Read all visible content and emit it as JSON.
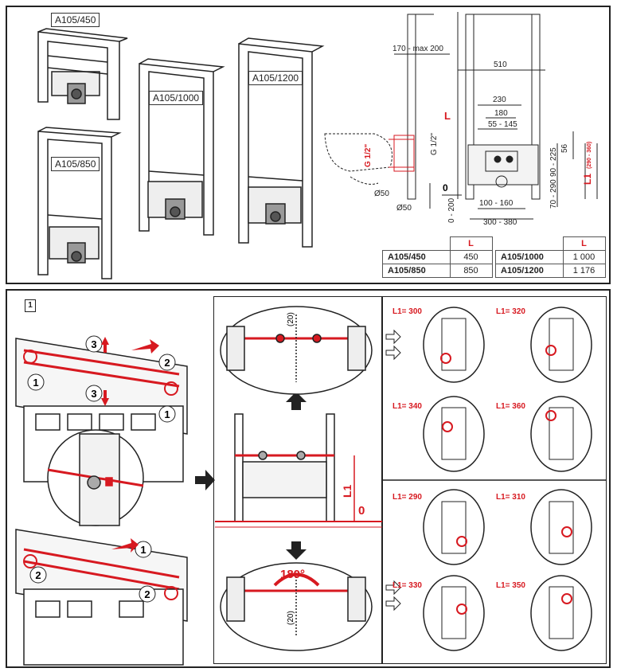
{
  "models": {
    "m450": "A105/450",
    "m850": "A105/850",
    "m1000": "A105/1000",
    "m1200": "A105/1200"
  },
  "dimensions": {
    "d170_200": "170 - max 200",
    "d510": "510",
    "dL": "L",
    "d230": "230",
    "d180": "180",
    "d55_145": "55 - 145",
    "dG12a": "G 1/2\"",
    "dG12b": "G 1/2\"",
    "d90_225": "90 - 225",
    "d56": "56",
    "d70_290": "70 - 290",
    "dL1": "L1",
    "dL1range": "(290 - 360)",
    "d0": "0",
    "d0_200": "0 - 200",
    "d100_160": "100 - 160",
    "d300_380": "300 - 380",
    "dD50a": "Ø50",
    "dD50b": "Ø50"
  },
  "spec_table": {
    "header": "L",
    "rows_left": [
      {
        "model": "A105/450",
        "value": "450"
      },
      {
        "model": "A105/850",
        "value": "850"
      }
    ],
    "rows_right": [
      {
        "model": "A105/1000",
        "value": "1 000"
      },
      {
        "model": "A105/1200",
        "value": "1 176"
      }
    ]
  },
  "step": {
    "number": "1",
    "markers": {
      "one": "1",
      "two": "2",
      "three": "3"
    },
    "rotate_label": "180°",
    "gap_label": "(20)",
    "center_L1": "L1",
    "center_zero": "0"
  },
  "positions_upper": [
    "L1= 300",
    "L1= 320",
    "L1= 340",
    "L1= 360"
  ],
  "positions_lower": [
    "L1= 290",
    "L1= 310",
    "L1= 330",
    "L1= 350"
  ],
  "colors": {
    "accent_red": "#d71920",
    "line": "#222222"
  }
}
